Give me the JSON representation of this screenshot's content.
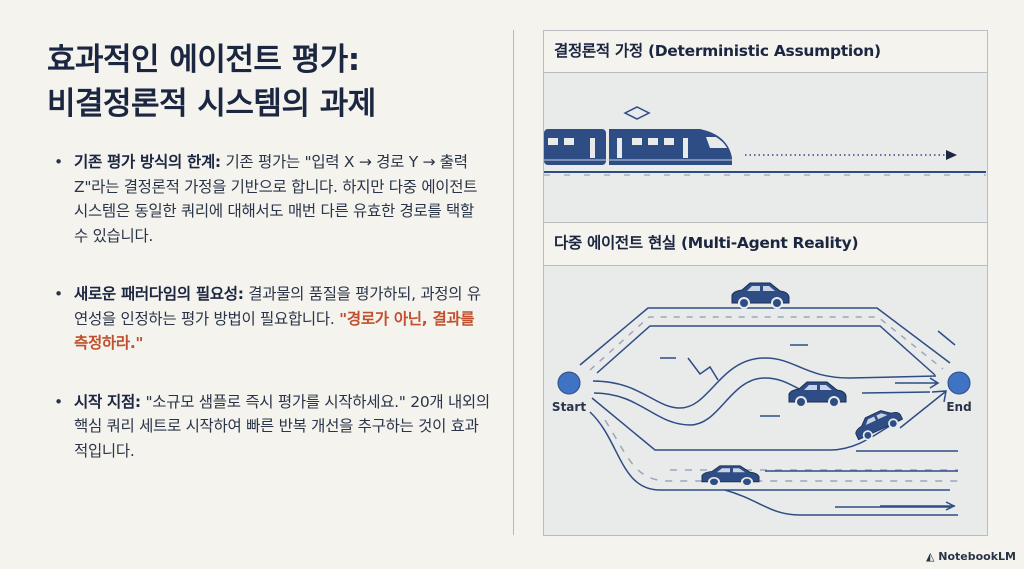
{
  "title_line1": "효과적인 에이전트 평가:",
  "title_line2": "비결정론적 시스템의 과제",
  "bullets": [
    {
      "heading": "기존 평가 방식의 한계:",
      "text": " 기존 평가는 \"입력 X → 경로 Y → 출력 Z\"라는 결정론적 가정을 기반으로 합니다. 하지만 다중 에이전트 시스템은 동일한 쿼리에 대해서도 매번 다른 유효한 경로를 택할 수 있습니다.",
      "highlight": ""
    },
    {
      "heading": "새로운 패러다임의 필요성:",
      "text": " 결과물의 품질을 평가하되, 과정의 유연성을 인정하는 평가 방법이 필요합니다. ",
      "highlight": "\"경로가 아닌, 결과를 측정하라.\""
    },
    {
      "heading": "시작 지점:",
      "text": " \"소규모 샘플로 즉시 평가를 시작하세요.\" 20개 내외의 핵심 쿼리 세트로 시작하여 빠른 반복 개선을 추구하는 것이 효과적입니다.",
      "highlight": ""
    }
  ],
  "panel_deterministic": {
    "title": "결정론적 가정 (Deterministic Assumption)"
  },
  "panel_multi_agent": {
    "title": "다중 에이전트 현실 (Multi-Agent Reality)",
    "start_label": "Start",
    "end_label": "End"
  },
  "brand": "NotebookLM",
  "colors": {
    "accent": "#c0502e",
    "navy": "#2e4d85",
    "node": "#3f73c4"
  }
}
